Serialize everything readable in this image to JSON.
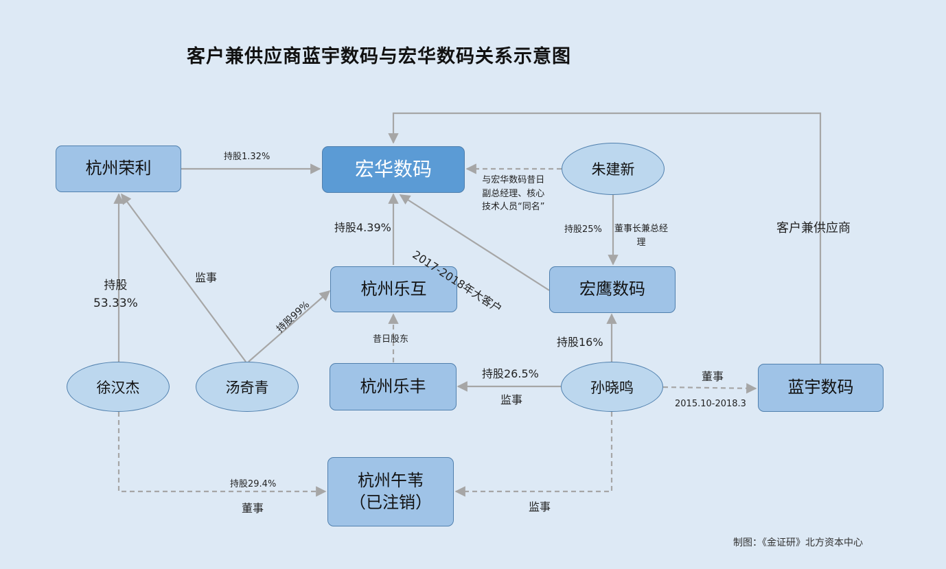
{
  "title": "客户兼供应商蓝宇数码与宏华数码关系示意图",
  "nodes": {
    "honghua": "宏华数码",
    "rongli": "杭州荣利",
    "lehu": "杭州乐互",
    "hongying": "宏鹰数码",
    "lefeng": "杭州乐丰",
    "lanyu": "蓝宇数码",
    "wuwei_line1": "杭州午苇",
    "wuwei_line2": "（已注销）"
  },
  "people": {
    "zhujianxin": "朱建新",
    "xuhanjie": "徐汉杰",
    "tangqiqing": "汤奇青",
    "sunxiaoming": "孙晓鸣"
  },
  "edge_labels": {
    "rongli_honghua": "持股1.32%",
    "zhu_honghua_l1": "与宏华数码昔日",
    "zhu_honghua_l2": "副总经理、核心",
    "zhu_honghua_l3": "技术人员“同名”",
    "lehu_honghua": "持股4.39%",
    "hongying_honghua": "2017-2018年大客户",
    "zhu_hongying_share": "持股25%",
    "zhu_hongying_role_l1": "董事长兼总经",
    "zhu_hongying_role_l2": "理",
    "lanyu_honghua": "客户兼供应商",
    "xu_rongli_l1": "持股",
    "xu_rongli_l2": "53.33%",
    "tang_rongli": "监事",
    "tang_lehu": "持股99%",
    "lefeng_lehu": "昔日股东",
    "sun_hongying": "持股16%",
    "sun_lefeng_share": "持股26.5%",
    "sun_lefeng_role": "监事",
    "sun_lanyu_role": "董事",
    "sun_lanyu_period": "2015.10-2018.3",
    "xu_wuwei_share": "持股29.4%",
    "xu_wuwei_role": "董事",
    "sun_wuwei_role": "监事"
  },
  "colors": {
    "background": "#dde9f5",
    "box_fill": "#9fc3e7",
    "box_primary_fill": "#5b9bd5",
    "oval_fill": "#bcd7ee",
    "border": "#4f7fad",
    "connector": "#a6a6a6"
  },
  "credit": "制图：《金证研》北方资本中心"
}
